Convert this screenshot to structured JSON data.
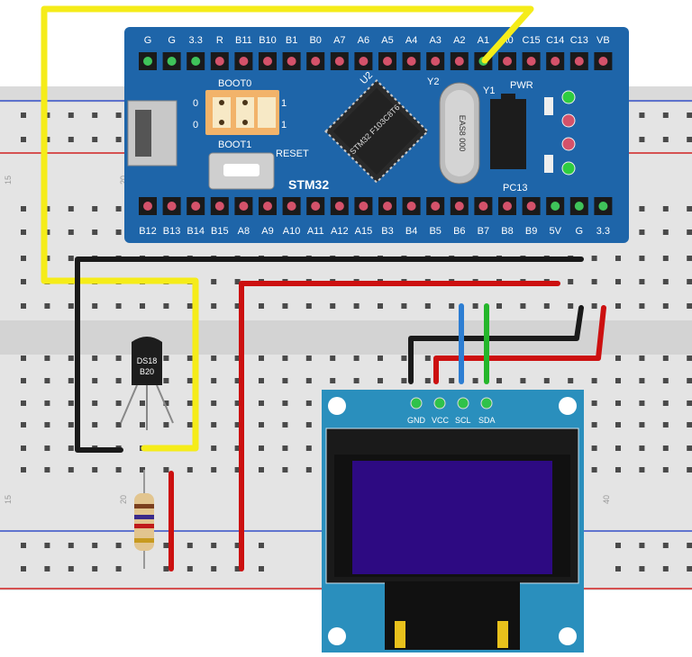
{
  "board": {
    "top_pins": [
      "G",
      "G",
      "3.3",
      "R",
      "B11",
      "B10",
      "B1",
      "B0",
      "A7",
      "A6",
      "A5",
      "A4",
      "A3",
      "A2",
      "A1",
      "A0",
      "C15",
      "C14",
      "C13",
      "VB"
    ],
    "bottom_pins": [
      "B12",
      "B13",
      "B14",
      "B15",
      "A8",
      "A9",
      "A10",
      "A11",
      "A12",
      "A15",
      "B3",
      "B4",
      "B5",
      "B6",
      "B7",
      "B8",
      "B9",
      "5V",
      "G",
      "3.3"
    ],
    "boot0": "BOOT0",
    "boot1": "BOOT1",
    "jumper_0": "0",
    "jumper_1": "1",
    "reset": "RESET",
    "name": "STM32",
    "chip_label": "U2",
    "chip_text": "STM32 F103C8T6",
    "crystal": "EAS8 000",
    "y1": "Y1",
    "y2": "Y2",
    "pwr": "PWR",
    "pc13": "PC13"
  },
  "sensor": {
    "line1": "DS18",
    "line2": "B20"
  },
  "oled": {
    "pins": [
      "GND",
      "VCC",
      "SCL",
      "SDA"
    ]
  },
  "breadboard": {
    "row_numbers": [
      "15",
      "20",
      "15",
      "20",
      "40"
    ]
  },
  "colors": {
    "board": "#1e65a9",
    "wire_yellow": "#f5ec19",
    "wire_red": "#cc1010",
    "wire_black": "#1a1a1a",
    "wire_blue": "#2d7ed3",
    "wire_green": "#24b62a",
    "oled_screen": "#2d0a82",
    "oled_pcb": "#2a8fbd",
    "breadboard": "#e6e6e6"
  }
}
